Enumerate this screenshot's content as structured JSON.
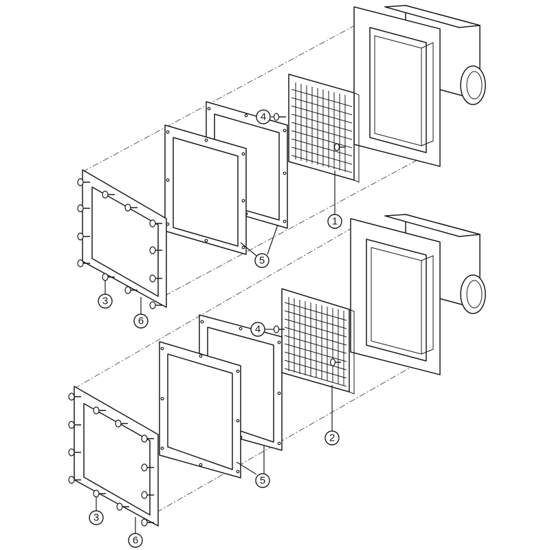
{
  "callouts": {
    "top_grille": "1",
    "bottom_grille": "2",
    "top_screw_frame": "3",
    "bottom_screw_frame": "3",
    "top_grille_screw": "4",
    "bottom_grille_screw": "4",
    "top_gasket": "5",
    "bottom_gasket": "5",
    "top_frame": "6",
    "bottom_frame": "6"
  }
}
